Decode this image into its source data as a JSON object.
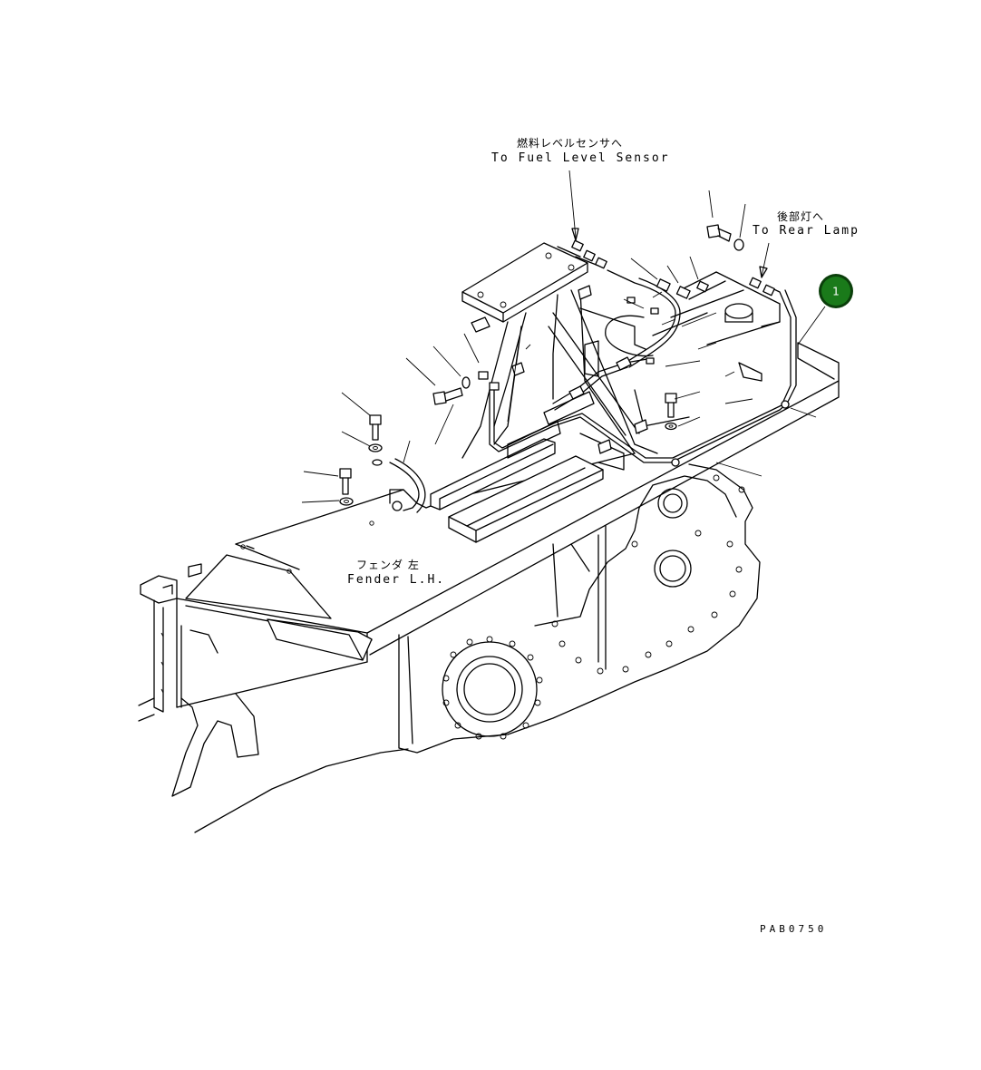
{
  "labels": {
    "fuel_jp": "燃料レベルセンサへ",
    "fuel_en": "To Fuel Level Sensor",
    "rear_jp": "後部灯へ",
    "rear_en": "To Rear Lamp",
    "fender_jp": "フェンダ 左",
    "fender_en": "Fender L.H.",
    "drawing_code": "PAB0750"
  },
  "callouts": [
    {
      "number": "1",
      "color": "#1a7a1a"
    }
  ],
  "colors": {
    "line": "#000000",
    "background": "#ffffff",
    "callout_fill": "#1a7a1a",
    "callout_ring": "#0b3f0b"
  }
}
